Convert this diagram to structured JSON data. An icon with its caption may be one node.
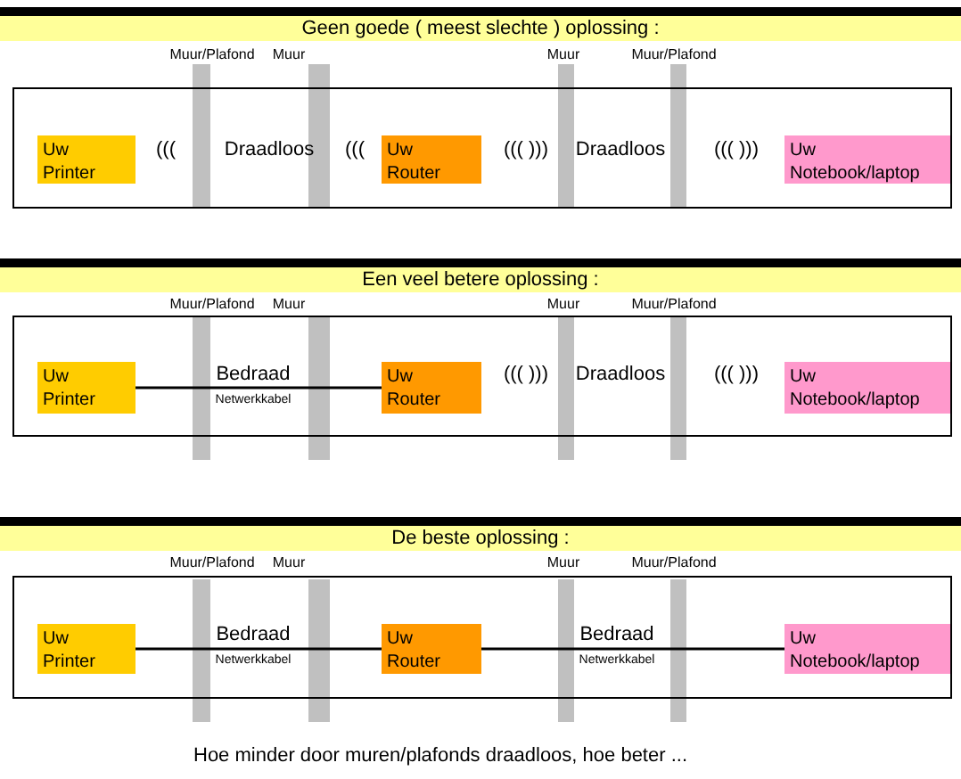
{
  "diagram": {
    "nodes": [
      {
        "text": [
          "Geen goede ( meest slechte ) oplossing :"
        ]
      },
      {
        "text": [],
        "shape": "box"
      },
      {
        "text": [
          "Uw Printer"
        ],
        "in": 1
      },
      {
        "text": [
          "Uw Router"
        ],
        "in": 1
      },
      {
        "text": [
          "Uw Notebook/laptop"
        ],
        "in": 1
      },
      {
        "text": [
          "Een veel betere oplossing :"
        ]
      },
      {
        "text": [],
        "shape": "box"
      },
      {
        "text": [
          "Uw Printer"
        ],
        "in": 6
      },
      {
        "text": [
          "Uw Router"
        ],
        "in": 6
      },
      {
        "text": [
          "Uw Notebook/laptop"
        ],
        "in": 6
      },
      {
        "text": [
          "De beste oplossing :"
        ]
      },
      {
        "text": [],
        "shape": "box"
      },
      {
        "text": [
          "Uw Printer"
        ],
        "in": 11
      },
      {
        "text": [
          "Uw Router"
        ],
        "in": 11
      },
      {
        "text": [
          "Uw Notebook/laptop"
        ],
        "in": 11
      }
    ],
    "edges": [
      {
        "from": 7,
        "to": 8,
        "arrow": "none"
      },
      {
        "from": 12,
        "to": 13,
        "arrow": "none"
      },
      {
        "from": 13,
        "to": 14,
        "arrow": "none"
      }
    ],
    "labels": [
      "Muur/Plafond",
      "Muur",
      "Muur",
      "Muur/Plafond",
      "(((",
      "Draadloos",
      "(((",
      "((( )))",
      "Draadloos",
      "((( )))",
      "Muur/Plafond",
      "Muur",
      "Muur",
      "Muur/Plafond",
      "Bedraad",
      "Netwerkkabel",
      "((( )))",
      "Draadloos",
      "((( )))",
      "Muur/Plafond",
      "Muur",
      "Muur",
      "Muur/Plafond",
      "Bedraad",
      "Netwerkkabel",
      "Bedraad",
      "Netwerkkabel",
      "Hoe minder door muren/plafonds draadloos, hoe beter ..."
    ]
  }
}
